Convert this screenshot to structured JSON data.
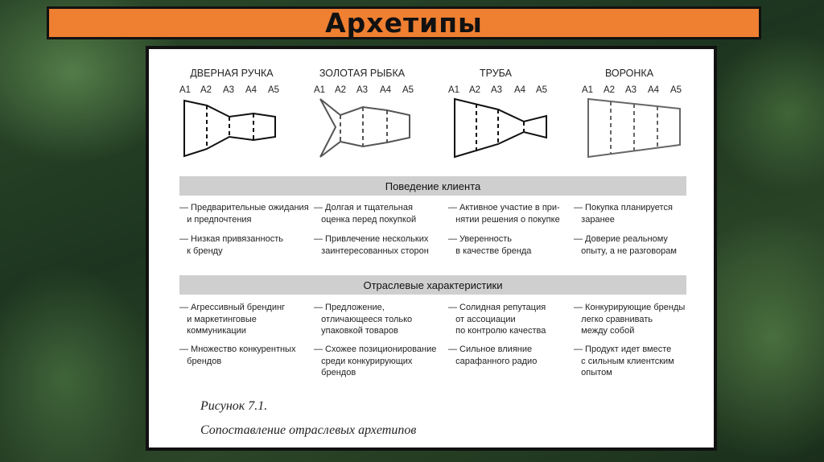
{
  "slide": {
    "title": "Архетипы"
  },
  "archetypes": [
    {
      "name": "ДВЕРНАЯ РУЧКА"
    },
    {
      "name": "ЗОЛОТАЯ РЫБКА"
    },
    {
      "name": "ТРУБА"
    },
    {
      "name": "ВОРОНКА"
    }
  ],
  "stage_labels": [
    "A1",
    "A2",
    "A3",
    "A4",
    "A5"
  ],
  "sections": {
    "behavior": {
      "title": "Поведение клиента",
      "items": [
        [
          "— Предварительные ожидания\n   и предпочтения",
          "— Низкая привязанность\n   к бренду"
        ],
        [
          "— Долгая и тщательная\n   оценка перед покупкой",
          "— Привлечение нескольких\n   заинтересованных сторон"
        ],
        [
          "— Активное участие в при-\n   нятии решения о покупке",
          "— Уверенность\n   в качестве бренда"
        ],
        [
          "— Покупка планируется\n   заранее",
          "— Доверие реальному\n   опыту, а не разговорам"
        ]
      ]
    },
    "industry": {
      "title": "Отраслевые характеристики",
      "items": [
        [
          "— Агрессивный брендинг\n   и маркетинговые\n   коммуникации",
          "— Множество конкурентных\n   брендов"
        ],
        [
          "— Предложение,\n   отличающееся только\n   упаковкой товаров",
          "— Схожее позиционирование\n   среди конкурирующих\n   брендов"
        ],
        [
          "— Солидная репутация\n   от ассоциации\n   по контролю качества",
          "— Сильное влияние\n   сарафанного радио"
        ],
        [
          "— Конкурирующие бренды\n   легко сравнивать\n   между собой",
          "— Продукт идет вместе\n   с сильным клиентским\n   опытом"
        ]
      ]
    }
  },
  "caption": {
    "line1": "Рисунок 7.1.",
    "line2": "Сопоставление отраслевых архетипов"
  }
}
